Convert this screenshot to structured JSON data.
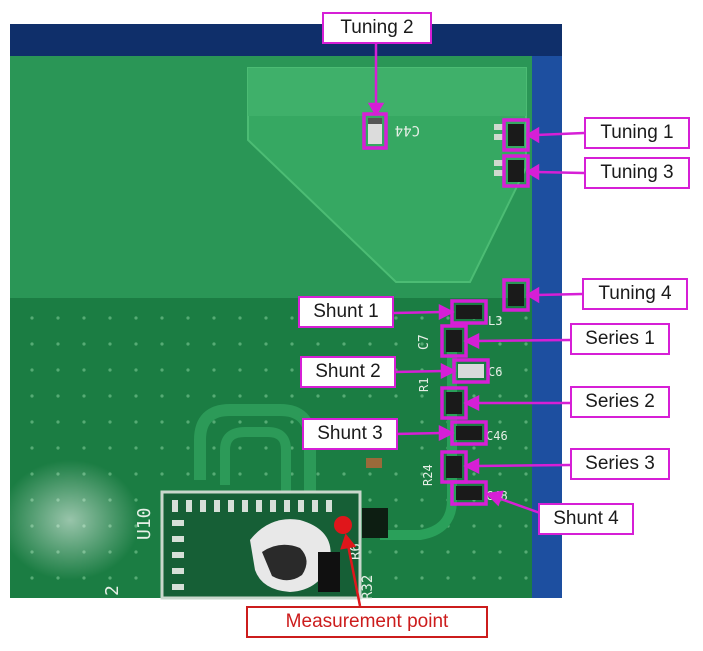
{
  "colors": {
    "board_green": "#1f8a4a",
    "board_dark": "#166a38",
    "board_light": "#2ea059",
    "outer_blue": "#1d4fa0",
    "marker_magenta": "#d61fd6",
    "marker_red": "#e0161b"
  },
  "labels": {
    "tuning_2": "Tuning 2",
    "tuning_1": "Tuning 1",
    "tuning_3": "Tuning 3",
    "tuning_4": "Tuning 4",
    "shunt_1": "Shunt 1",
    "series_1": "Series 1",
    "shunt_2": "Shunt 2",
    "series_2": "Series 2",
    "shunt_3": "Shunt 3",
    "series_3": "Series 3",
    "shunt_4": "Shunt 4",
    "measurement_point": "Measurement point"
  },
  "silkscreen": {
    "c44": "C44",
    "c7": "C7",
    "c6": "C6",
    "c46": "C46",
    "r24": "R24",
    "c48": "C48",
    "u10": "U10",
    "r6": "R6",
    "r32": "R32",
    "l3": "L3",
    "r1": "R1",
    "digit_2": "2"
  }
}
